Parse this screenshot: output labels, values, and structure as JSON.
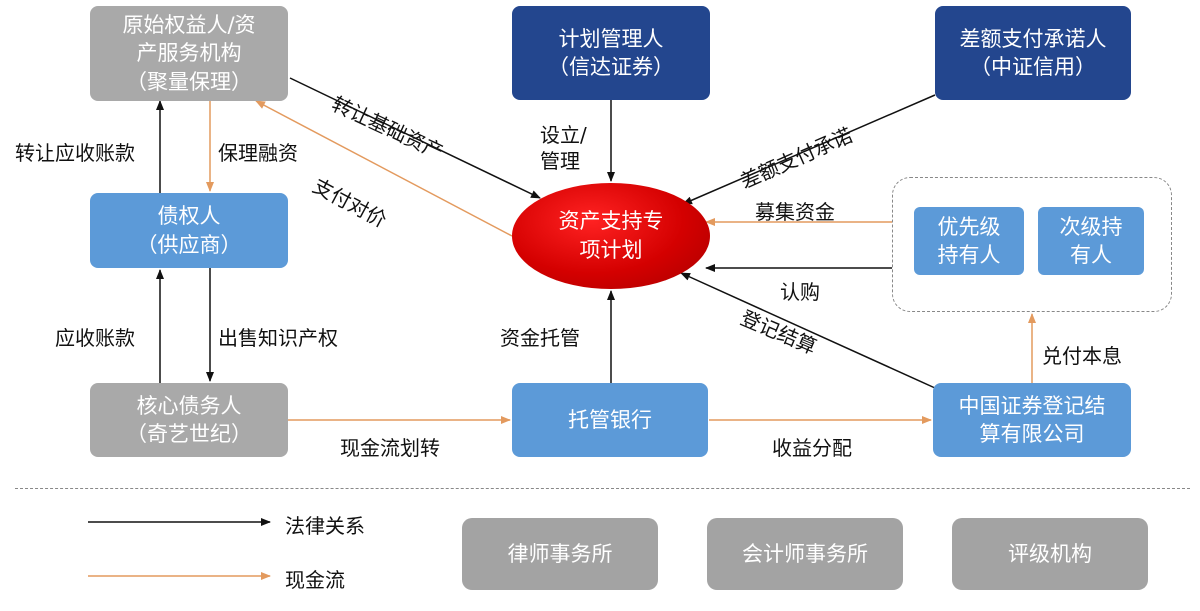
{
  "nodes": {
    "originator": "原始权益人/资\n产服务机构\n（聚量保理）",
    "plan_manager": "计划管理人\n（信达证券）",
    "guarantor": "差额支付承诺人\n（中证信用）",
    "creditor": "债权人\n（供应商）",
    "abs_plan": "资产支持专\n项计划",
    "senior_holder": "优先级\n持有人",
    "junior_holder": "次级持\n有人",
    "core_debtor": "核心债务人\n（奇艺世纪）",
    "custodian_bank": "托管银行",
    "csdc": "中国证券登记结\n算有限公司"
  },
  "edge_labels": {
    "transfer_assets": "转让基础资产",
    "establish_manage": "设立/\n管理",
    "shortfall_commitment": "差额支付承诺",
    "transfer_receivables": "转让应收账款",
    "factoring_finance": "保理融资",
    "pay_consideration": "支付对价",
    "raise_funds": "募集资金",
    "subscribe": "认购",
    "receivables": "应收账款",
    "sell_ip": "出售知识产权",
    "fund_custody": "资金托管",
    "registration_settlement": "登记结算",
    "redeem_principal_interest": "兑付本息",
    "cash_transfer": "现金流划转",
    "income_distribution": "收益分配"
  },
  "legend": {
    "legal": "法律关系",
    "cash": "现金流"
  },
  "service_providers": [
    "律师事务所",
    "会计师事务所",
    "评级机构"
  ],
  "colors": {
    "legal_arrow": "#111111",
    "cash_arrow": "#e39a5e",
    "gray_box": "#a9a9a9",
    "navy_box": "#23468e",
    "blue_box": "#5c9ad8",
    "center_red": "#d40000"
  }
}
